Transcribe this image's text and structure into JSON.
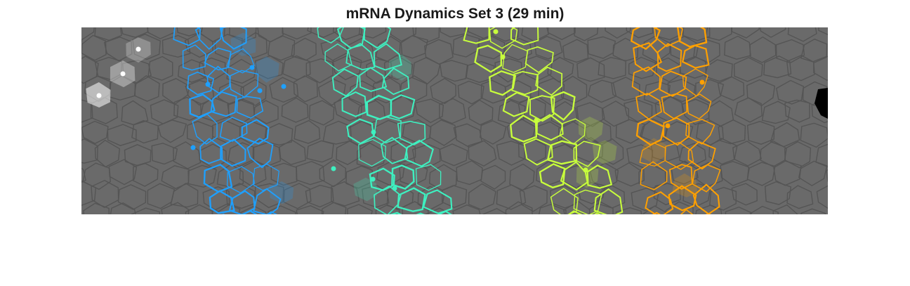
{
  "figure": {
    "title": "mRNA Dynamics Set 3 (29 min)"
  },
  "colors": {
    "background": "#6a6a6a",
    "cell_edges": "#555555",
    "band_blue": "#1ea0ff",
    "band_teal": "#3ef0c0",
    "band_lime": "#c8ff3c",
    "band_orange": "#ffa000",
    "white_cells": "#ffffff",
    "black_cell": "#000000"
  },
  "bands": [
    {
      "name": "blue",
      "color": "#1ea0ff"
    },
    {
      "name": "teal",
      "color": "#3ef0c0"
    },
    {
      "name": "lime",
      "color": "#c8ff3c"
    },
    {
      "name": "orange",
      "color": "#ffa000"
    }
  ]
}
